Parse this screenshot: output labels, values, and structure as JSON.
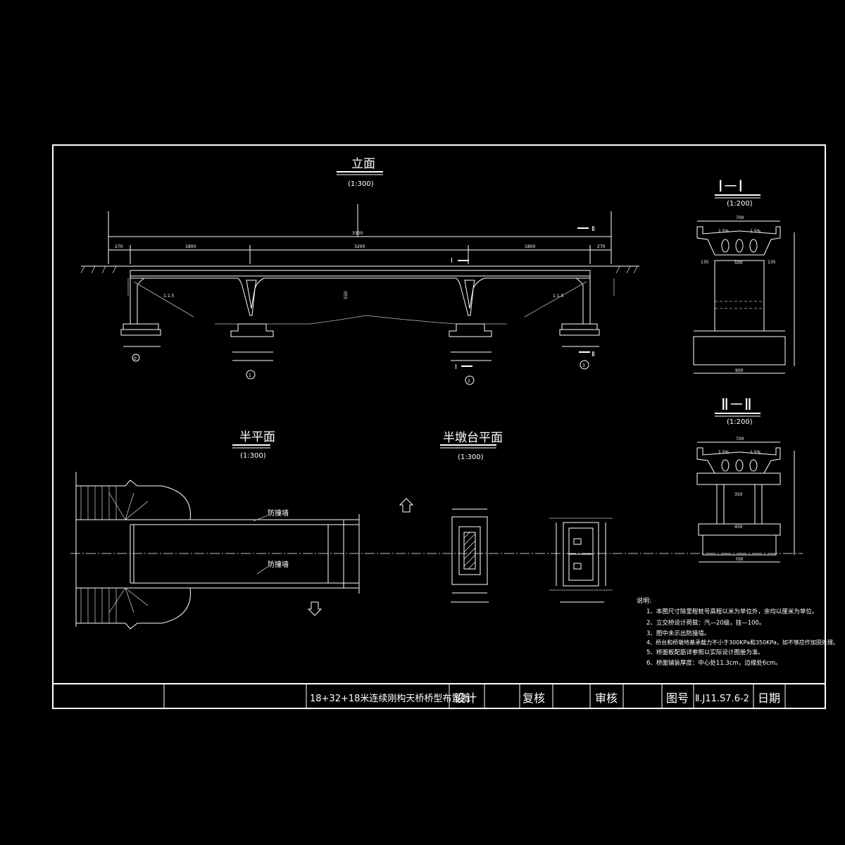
{
  "views": {
    "elevation": {
      "title": "立面",
      "scale": "(1:300)"
    },
    "half_plan": {
      "title": "半平面",
      "scale": "(1:300)"
    },
    "half_abutment_plan": {
      "title": "半墩台平面",
      "scale": "(1:300)"
    },
    "section_1": {
      "title": "Ⅰ－Ⅰ",
      "scale": "(1:200)"
    },
    "section_2": {
      "title": "Ⅱ－Ⅱ",
      "scale": "(1:200)"
    }
  },
  "elevation_dims": {
    "overall": "3300",
    "span_left": "1800",
    "span_mid": "3200",
    "span_right": "1800",
    "end_left": "270",
    "end_right": "270",
    "height": "550",
    "slope_left": "1:1.5",
    "slope_right": "1:1.5"
  },
  "pier_labels": [
    "0",
    "1",
    "2",
    "3"
  ],
  "section_marks": {
    "one": "Ⅰ",
    "two": "Ⅱ"
  },
  "half_plan_labels": {
    "rail_top": "防撞墙",
    "rail_bottom": "防撞墙"
  },
  "section1_dims": {
    "top": "700",
    "slope_l": "1.5%",
    "slope_r": "1.5%",
    "mid": "500",
    "base": "900",
    "side_l": "135",
    "side_r": "135"
  },
  "section2_dims": {
    "top": "700",
    "slope_l": "1.5%",
    "slope_r": "1.5%",
    "mid": "350",
    "base": "700",
    "col": "450"
  },
  "notes": {
    "heading": "说明:",
    "items": [
      "1、本图尺寸除里程桩号高程以米为单位外，余均以厘米为单位。",
      "2、立交桥设计荷载：汽—20级，挂—100。",
      "3、图中未示出防撞墙。",
      "4、桥台和桥墩地基承载力不小于300KPa和350KPa，如不够应作加固处理。",
      "5、桥面板配筋详参照以实际设计图册为准。",
      "6、桥面铺装厚度：中心处11.3cm，边缘处6cm。"
    ]
  },
  "title_block": {
    "title": "18+32+18米连续刚构天桥桥型布置图",
    "design": "设计",
    "check": "复核",
    "review": "审核",
    "drawing_no_label": "图号",
    "drawing_no": "Ⅱ.J11.S7.6-2",
    "date": "日期"
  }
}
